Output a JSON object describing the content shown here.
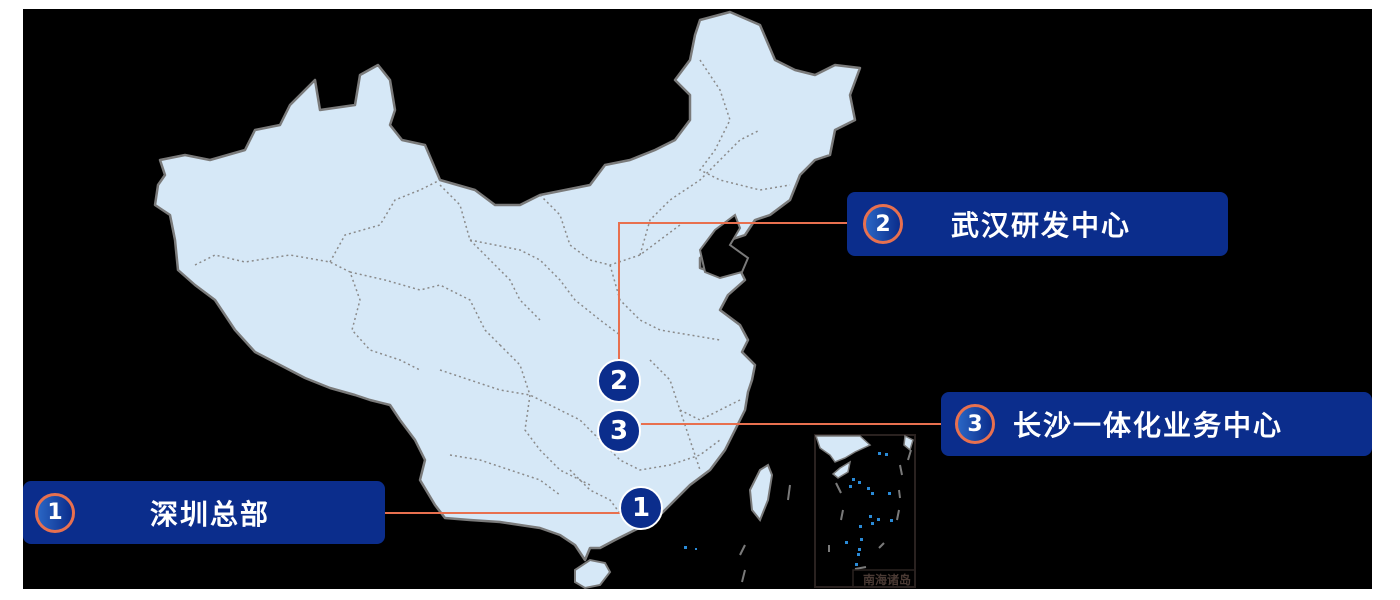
{
  "map": {
    "region": "China",
    "land_color": "#d6e8f7",
    "border_color": "#7a7a7a",
    "background_color": "#000000",
    "accent_line_color": "#e8704f",
    "marker_color": "#0b2d8c",
    "inset_caption": "南海诸岛"
  },
  "markers": [
    {
      "id": 1,
      "number": "1"
    },
    {
      "id": 2,
      "number": "2"
    },
    {
      "id": 3,
      "number": "3"
    }
  ],
  "labels": [
    {
      "number": "1",
      "text": "深圳总部"
    },
    {
      "number": "2",
      "text": "武汉研发中心"
    },
    {
      "number": "3",
      "text": "长沙一体化业务中心"
    }
  ]
}
